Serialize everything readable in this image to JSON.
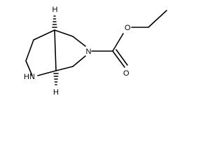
{
  "molecule": {
    "atoms": {
      "ring_nitrogen": "N",
      "amine_nitrogen": "N",
      "amine_hydrogen": "H",
      "carbonyl_oxygen": "O",
      "ester_oxygen": "O",
      "stereo_h_top": "H",
      "stereo_h_bottom": "H"
    }
  },
  "colors": {
    "bond": "#000000",
    "text": "#000000",
    "background": "#ffffff"
  }
}
